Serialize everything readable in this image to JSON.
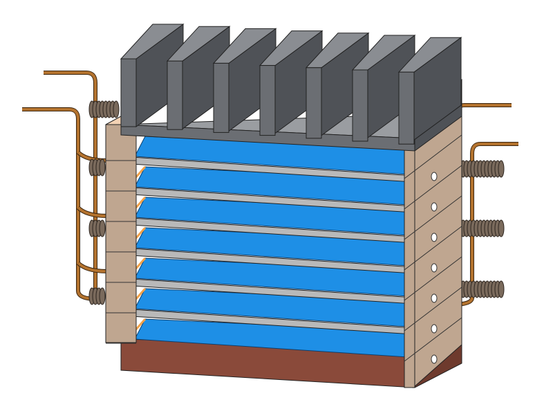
{
  "colors": {
    "heatsink": "#6b6e73",
    "heatsink_dark": "#4f5257",
    "heatsink_inner": "#9a9da1",
    "plate": "#1e8fe6",
    "rod": "#b9b9b9",
    "frame": "#bfa690",
    "frame_light": "#f3d2b4",
    "base": "#8a4a3a",
    "copper": "#b4732e",
    "coil": "#7a6a5c"
  },
  "layers": 7,
  "rods": 6,
  "heatsink_fins": 7
}
